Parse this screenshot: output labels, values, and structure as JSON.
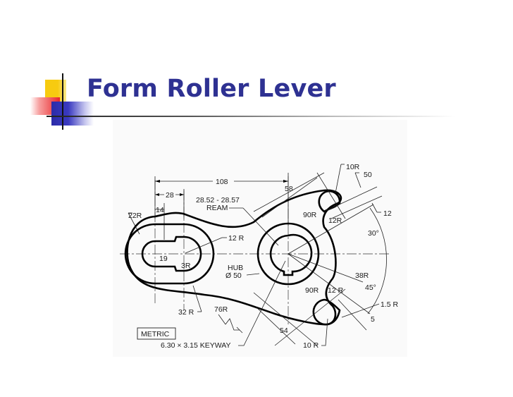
{
  "slide": {
    "title": "Form Roller Lever",
    "accent_colors": {
      "title_blue": "#2e3192",
      "yellow": "#f7cb10",
      "red": "#e8262a",
      "blue": "#2b2ba8"
    }
  },
  "drawing": {
    "description": "Technical drawing of a form roller lever with metric dimensions",
    "units_label": "METRIC",
    "dimensions": {
      "overall_length": "108",
      "slot_offset": "28",
      "slot_half": "14",
      "left_end_radius": "22R",
      "slot_width": "19",
      "slot_radius": "12 R",
      "slot_corner_radius": "3R",
      "lower_hub_radius": "32 R",
      "lower_arc_radius": "76R",
      "ream_line1": "28.52 - 28.57",
      "ream_line2": "REAM",
      "hub_label_line1": "HUB",
      "hub_label_line2": "Ø 50",
      "keyway": "6.30 × 3.15 KEYWAY",
      "upper_arm_length": "58",
      "lower_arm_length": "54",
      "upper_tip_radius": "10R",
      "lower_tip_radius": "10 R",
      "upper_slot_offset": "50",
      "slot_gap": "12",
      "upper_angle": "30°",
      "lower_angle": "45°",
      "upper_outer_radius": "90R",
      "upper_fillet_radius": "12R",
      "lower_outer_radius": "90R",
      "lower_fillet_radius": "12 R",
      "right_arc_radius": "38R",
      "lower_slot_radius": "1.5 R",
      "lower_slot_width": "5"
    }
  }
}
